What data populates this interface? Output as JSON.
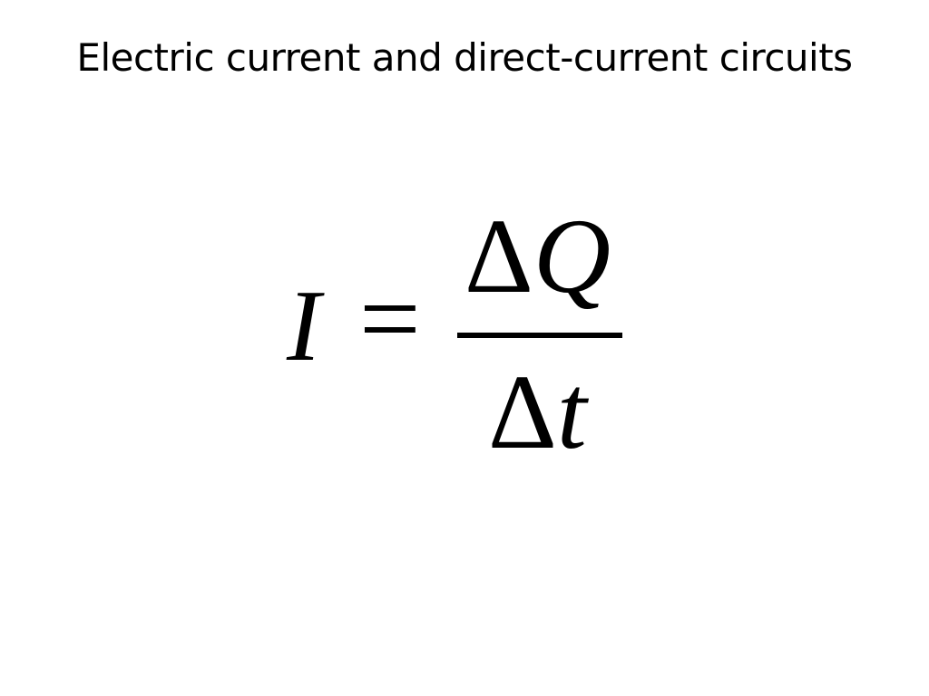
{
  "slide": {
    "title": "Electric current and direct-current circuits",
    "equation": {
      "lhs": "I",
      "relation": "=",
      "numerator": {
        "delta": "Δ",
        "variable": "Q"
      },
      "denominator": {
        "delta": "Δ",
        "variable": "t"
      }
    }
  }
}
